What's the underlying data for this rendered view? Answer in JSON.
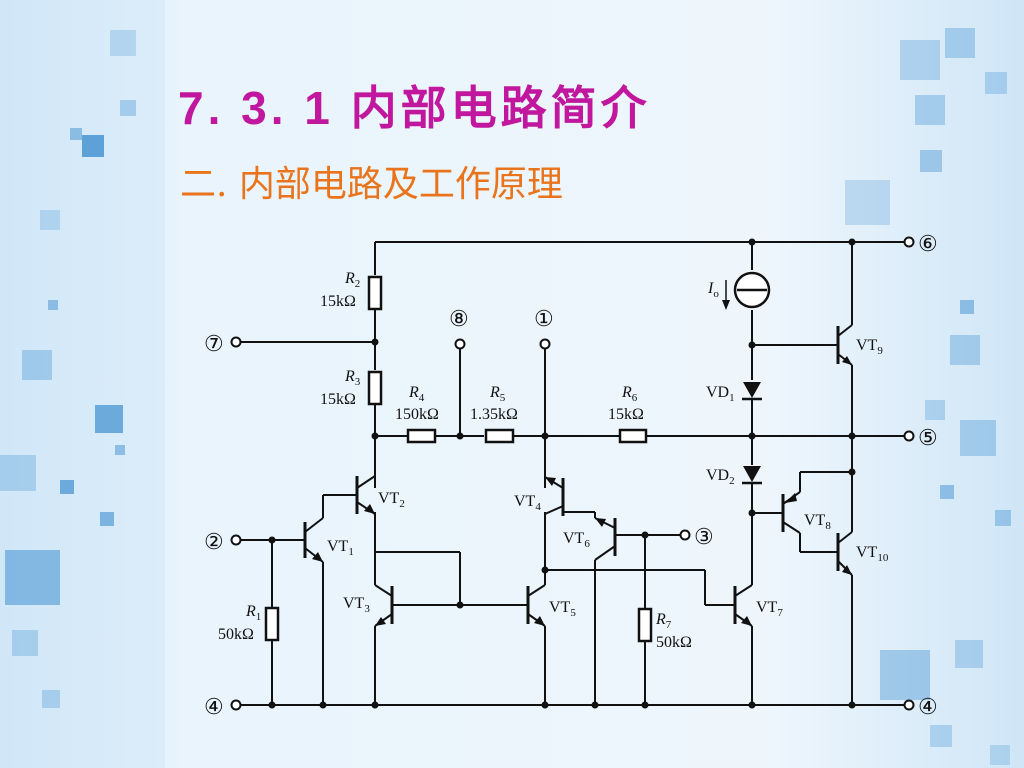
{
  "slide": {
    "title": "7. 3. 1  内部电路简介",
    "subtitle": "二. 内部电路及工作原理",
    "colors": {
      "title": "#c0179e",
      "subtitle": "#e9741b",
      "background": "#e8f3fb",
      "accent_squares": "#3f8fd0"
    }
  },
  "circuit": {
    "pins": {
      "p6": "⑥",
      "p7": "⑦",
      "p8": "⑧",
      "p1": "①",
      "p5": "⑤",
      "p2": "②",
      "p3": "③",
      "p4l": "④",
      "p4r": "④"
    },
    "resistors": {
      "r2": {
        "name": "R",
        "sub": "2",
        "value": "15kΩ"
      },
      "r3": {
        "name": "R",
        "sub": "3",
        "value": "15kΩ"
      },
      "r4": {
        "name": "R",
        "sub": "4",
        "value": "150kΩ"
      },
      "r5": {
        "name": "R",
        "sub": "5",
        "value": "1.35kΩ"
      },
      "r6": {
        "name": "R",
        "sub": "6",
        "value": "15kΩ"
      },
      "r1": {
        "name": "R",
        "sub": "1",
        "value": "50kΩ"
      },
      "r7": {
        "name": "R",
        "sub": "7",
        "value": "50kΩ"
      }
    },
    "transistors": {
      "vt1": {
        "name": "VT",
        "sub": "1"
      },
      "vt2": {
        "name": "VT",
        "sub": "2"
      },
      "vt3": {
        "name": "VT",
        "sub": "3"
      },
      "vt4": {
        "name": "VT",
        "sub": "4"
      },
      "vt5": {
        "name": "VT",
        "sub": "5"
      },
      "vt6": {
        "name": "VT",
        "sub": "6"
      },
      "vt7": {
        "name": "VT",
        "sub": "7"
      },
      "vt8": {
        "name": "VT",
        "sub": "8"
      },
      "vt9": {
        "name": "VT",
        "sub": "9"
      },
      "vt10": {
        "name": "VT",
        "sub": "10"
      }
    },
    "diodes": {
      "vd1": {
        "name": "VD",
        "sub": "1"
      },
      "vd2": {
        "name": "VD",
        "sub": "2"
      }
    },
    "current_source": {
      "name": "I",
      "sub": "o"
    }
  }
}
